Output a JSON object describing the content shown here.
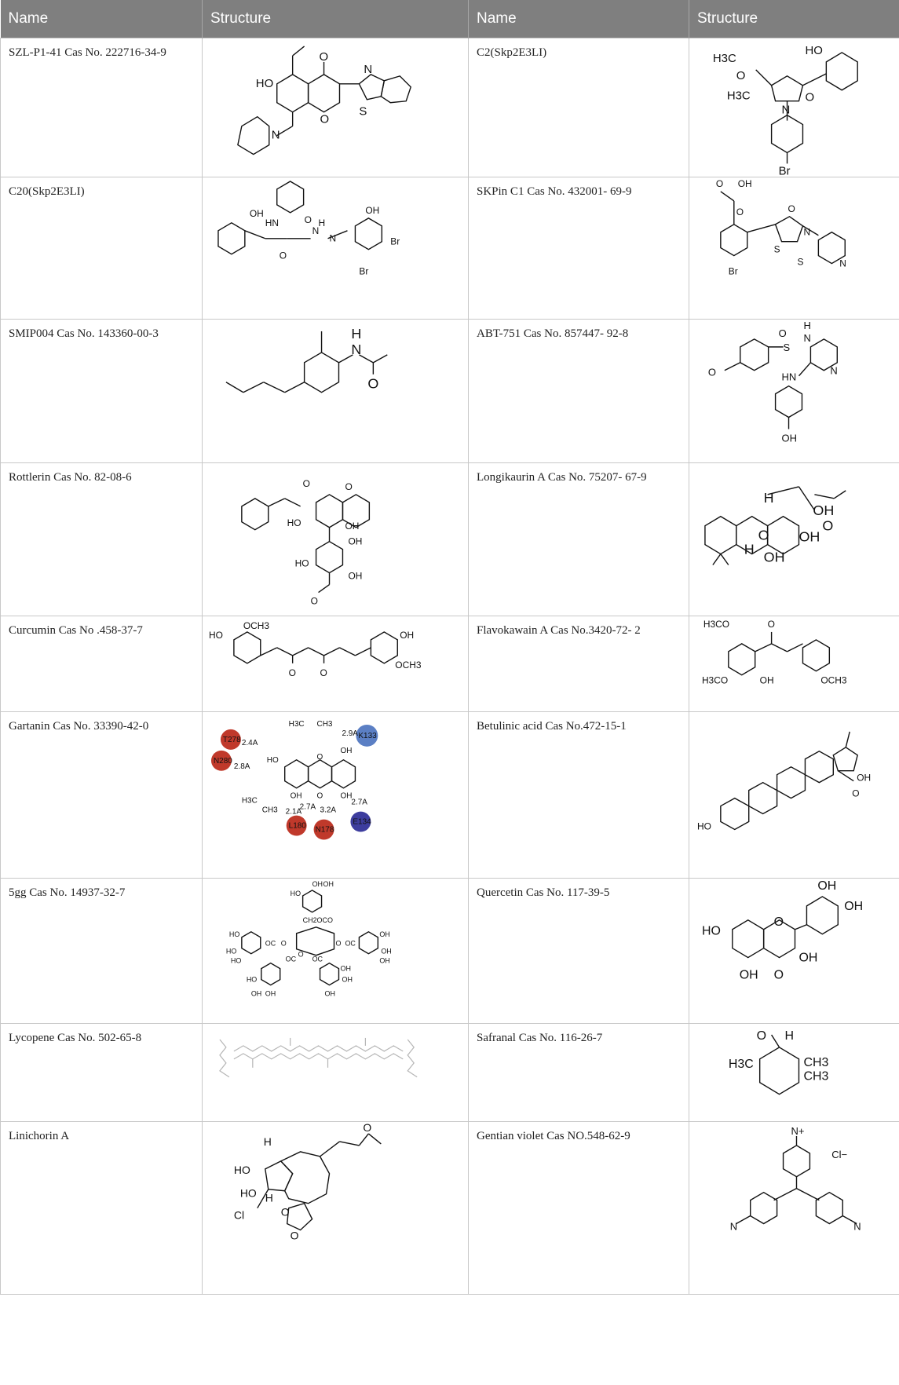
{
  "table": {
    "headers": [
      "Name",
      "Structure",
      "Name",
      "Structure"
    ],
    "rows": [
      {
        "left": "SZL-P1-41 Cas No. 222716-34-9",
        "right": "C2(Skp2E3LI)"
      },
      {
        "left": "C20(Skp2E3LI)",
        "right": "SKPin C1 Cas No. 432001- 69-9"
      },
      {
        "left": "SMIP004 Cas No. 143360-00-3",
        "right": "ABT-751 Cas No. 857447- 92-8"
      },
      {
        "left": "Rottlerin Cas No. 82-08-6",
        "right": "Longikaurin A Cas No. 75207- 67-9"
      },
      {
        "left": "Curcumin Cas No .458-37-7",
        "right": "Flavokawain A Cas No.3420-72- 2"
      },
      {
        "left": "Gartanin Cas No. 33390-42-0",
        "right": "Betulinic acid Cas No.472-15-1"
      },
      {
        "left": "5gg Cas No. 14937-32-7",
        "right": "Quercetin Cas No. 117-39-5"
      },
      {
        "left": "Lycopene Cas No. 502-65-8",
        "right": "Safranal Cas No. 116-26-7"
      },
      {
        "left": "Linichorin A",
        "right": "Gentian violet Cas NO.548-62-9"
      }
    ]
  },
  "structures": {
    "r1l": [
      "HO",
      "O",
      "N",
      "S",
      "N",
      "O"
    ],
    "r1r": [
      "HO",
      "H3C",
      "O",
      "H3C",
      "N",
      "O",
      "Br"
    ],
    "r2l": [
      "OH",
      "HN",
      "O",
      "N",
      "H",
      "N",
      "O",
      "OH",
      "Br",
      "Br"
    ],
    "r2r": [
      "O",
      "OH",
      "O",
      "O",
      "S",
      "N",
      "S",
      "N",
      "Br"
    ],
    "r3l": [
      "H",
      "N",
      "O"
    ],
    "r3r": [
      "O",
      "S",
      "O",
      "H",
      "N",
      "HN",
      "N",
      "OH"
    ],
    "r4l": [
      "O",
      "O",
      "HO",
      "OH",
      "OH",
      "HO",
      "OH",
      "O"
    ],
    "r4r": [
      "H",
      "H",
      "O",
      "OH",
      "O",
      "OH",
      "OH"
    ],
    "r5l": [
      "OCH3",
      "HO",
      "OH",
      "OCH3",
      "O",
      "O"
    ],
    "r5r": [
      "H3CO",
      "O",
      "H3CO",
      "OH",
      "OCH3"
    ],
    "r6l": [
      "H3C",
      "CH3",
      "T278",
      "2.4A",
      "N280",
      "2.8A",
      "HO",
      "O",
      "OH",
      "2.9A",
      "K133",
      "H3C",
      "CH3",
      "OH",
      "O",
      "OH",
      "2.1A",
      "2.7A",
      "3.2A",
      "2.7A",
      "L180",
      "N178",
      "E134"
    ],
    "r6r": [
      "HO",
      "OH",
      "O"
    ],
    "r7l": [
      "OH",
      "HO",
      "OH",
      "CH2OCO",
      "HO",
      "OC",
      "O",
      "O",
      "OC",
      "OH",
      "HO",
      "OH",
      "HO",
      "OH",
      "OC",
      "O",
      "OC",
      "OH",
      "HO",
      "OH",
      "OH",
      "OH",
      "OH"
    ],
    "r7r": [
      "OH",
      "OH",
      "HO",
      "O",
      "OH",
      "OH",
      "O"
    ],
    "r8r": [
      "O",
      "H",
      "H3C",
      "CH3",
      "CH3"
    ],
    "r9l": [
      "O",
      "H",
      "HO",
      "HO",
      "H",
      "Cl",
      "O",
      "O"
    ],
    "r9r": [
      "N+",
      "Cl−",
      "N",
      "N"
    ]
  }
}
